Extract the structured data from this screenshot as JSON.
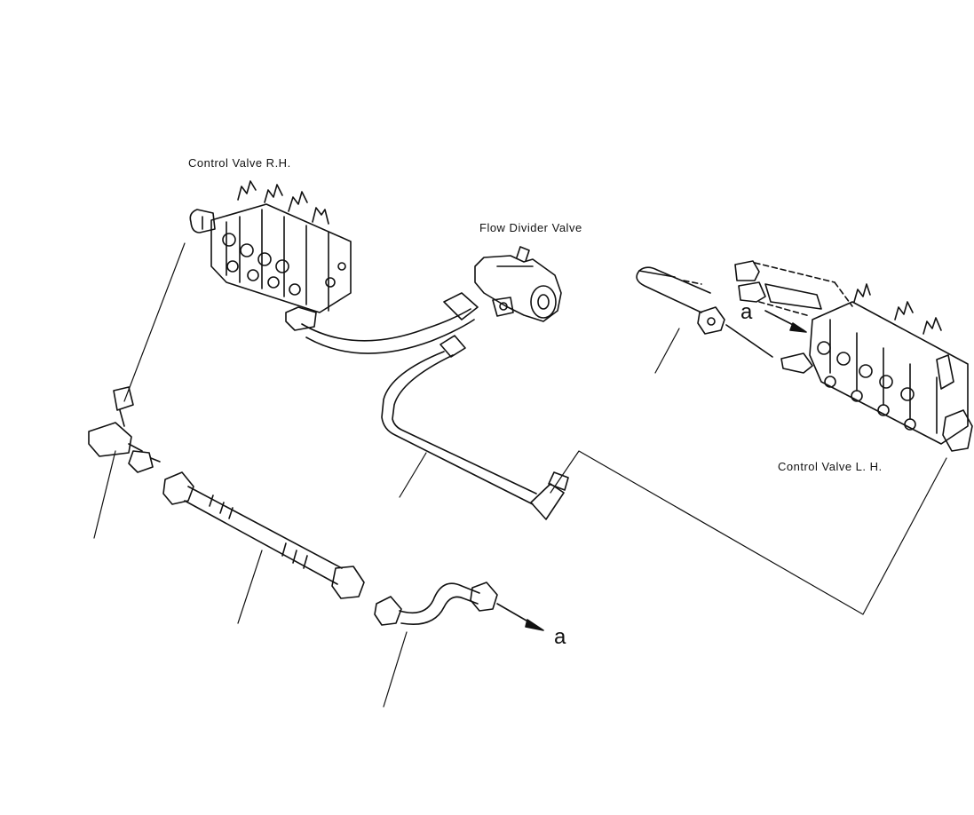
{
  "labels": {
    "control_valve_rh": "Control Valve R.H.",
    "flow_divider_valve": "Flow Divider Valve",
    "control_valve_lh": "Control Valve L. H."
  },
  "markers": {
    "a_top": "a",
    "a_bottom": "a"
  },
  "colors": {
    "ink": "#111111",
    "background": "#ffffff"
  }
}
